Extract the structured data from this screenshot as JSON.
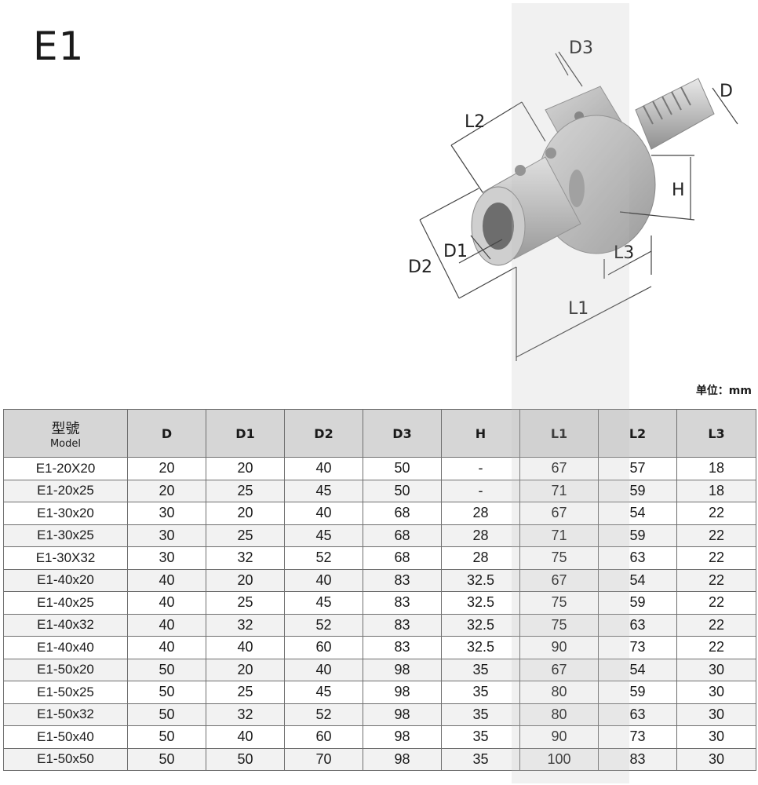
{
  "title": "E1",
  "unit_label": "单位：mm",
  "diagram_labels": {
    "D3": "D3",
    "D": "D",
    "L2": "L2",
    "H": "H",
    "D1": "D1",
    "D2": "D2",
    "L3": "L3",
    "L1": "L1"
  },
  "table": {
    "header": {
      "model_cn": "型號",
      "model_en": "Model",
      "columns": [
        "D",
        "D1",
        "D2",
        "D3",
        "H",
        "L1",
        "L2",
        "L3"
      ]
    },
    "rows": [
      [
        "E1-20X20",
        "20",
        "20",
        "40",
        "50",
        "-",
        "67",
        "57",
        "18"
      ],
      [
        "E1-20x25",
        "20",
        "25",
        "45",
        "50",
        "-",
        "71",
        "59",
        "18"
      ],
      [
        "E1-30x20",
        "30",
        "20",
        "40",
        "68",
        "28",
        "67",
        "54",
        "22"
      ],
      [
        "E1-30x25",
        "30",
        "25",
        "45",
        "68",
        "28",
        "71",
        "59",
        "22"
      ],
      [
        "E1-30X32",
        "30",
        "32",
        "52",
        "68",
        "28",
        "75",
        "63",
        "22"
      ],
      [
        "E1-40x20",
        "40",
        "20",
        "40",
        "83",
        "32.5",
        "67",
        "54",
        "22"
      ],
      [
        "E1-40x25",
        "40",
        "25",
        "45",
        "83",
        "32.5",
        "75",
        "59",
        "22"
      ],
      [
        "E1-40x32",
        "40",
        "32",
        "52",
        "83",
        "32.5",
        "75",
        "63",
        "22"
      ],
      [
        "E1-40x40",
        "40",
        "40",
        "60",
        "83",
        "32.5",
        "90",
        "73",
        "22"
      ],
      [
        "E1-50x20",
        "50",
        "20",
        "40",
        "98",
        "35",
        "67",
        "54",
        "30"
      ],
      [
        "E1-50x25",
        "50",
        "25",
        "45",
        "98",
        "35",
        "80",
        "59",
        "30"
      ],
      [
        "E1-50x32",
        "50",
        "32",
        "52",
        "98",
        "35",
        "80",
        "63",
        "30"
      ],
      [
        "E1-50x40",
        "50",
        "40",
        "60",
        "98",
        "35",
        "90",
        "73",
        "30"
      ],
      [
        "E1-50x50",
        "50",
        "50",
        "70",
        "98",
        "35",
        "100",
        "83",
        "30"
      ]
    ]
  }
}
